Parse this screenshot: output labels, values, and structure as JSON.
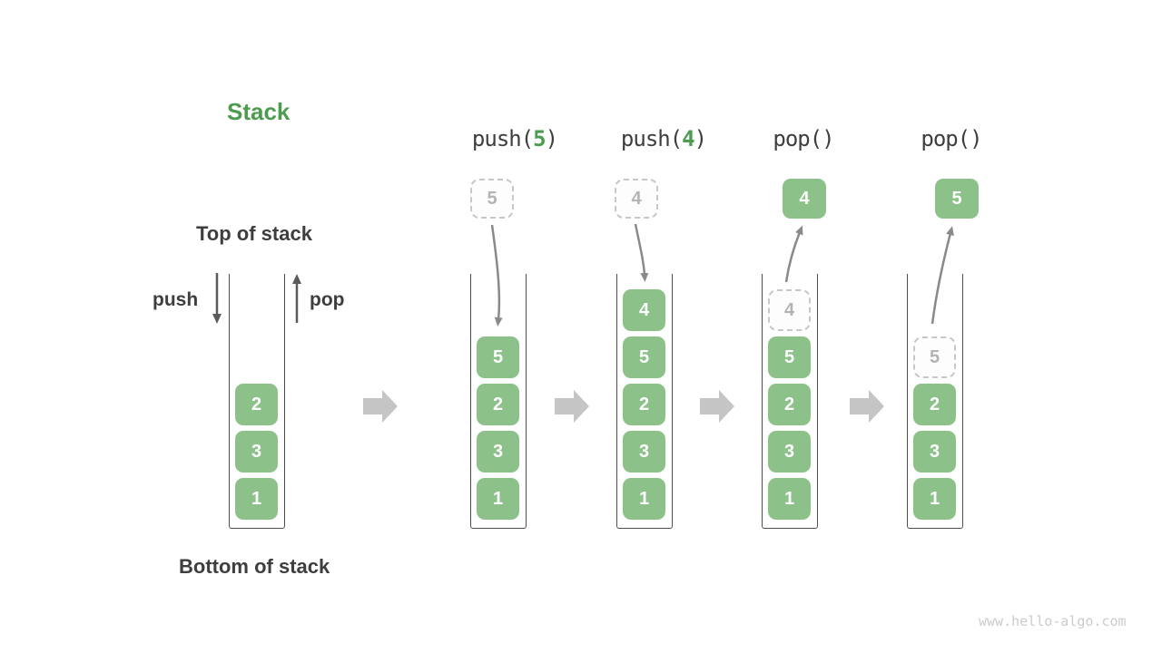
{
  "labels": {
    "title": "Stack",
    "top_of_stack": "Top of stack",
    "bottom_of_stack": "Bottom of stack",
    "push": "push",
    "pop": "pop"
  },
  "operations": [
    {
      "pre": "push(",
      "arg": "5",
      "post": ")"
    },
    {
      "pre": "push(",
      "arg": "4",
      "post": ")"
    },
    {
      "pre": "pop()",
      "arg": "",
      "post": ""
    },
    {
      "pre": "pop()",
      "arg": "",
      "post": ""
    }
  ],
  "columns": [
    {
      "name": "state-initial",
      "items": [
        {
          "value": "2",
          "slot": 2,
          "ghost": false
        },
        {
          "value": "3",
          "slot": 1,
          "ghost": false
        },
        {
          "value": "1",
          "slot": 0,
          "ghost": false
        }
      ],
      "floating": null
    },
    {
      "name": "state-push-5",
      "items": [
        {
          "value": "5",
          "slot": 3,
          "ghost": false
        },
        {
          "value": "2",
          "slot": 2,
          "ghost": false
        },
        {
          "value": "3",
          "slot": 1,
          "ghost": false
        },
        {
          "value": "1",
          "slot": 0,
          "ghost": false
        }
      ],
      "floating": {
        "value": "5",
        "style": "ghost"
      }
    },
    {
      "name": "state-push-4",
      "items": [
        {
          "value": "4",
          "slot": 4,
          "ghost": false
        },
        {
          "value": "5",
          "slot": 3,
          "ghost": false
        },
        {
          "value": "2",
          "slot": 2,
          "ghost": false
        },
        {
          "value": "3",
          "slot": 1,
          "ghost": false
        },
        {
          "value": "1",
          "slot": 0,
          "ghost": false
        }
      ],
      "floating": {
        "value": "4",
        "style": "ghost"
      }
    },
    {
      "name": "state-pop-4",
      "items": [
        {
          "value": "4",
          "slot": 4,
          "ghost": true
        },
        {
          "value": "5",
          "slot": 3,
          "ghost": false
        },
        {
          "value": "2",
          "slot": 2,
          "ghost": false
        },
        {
          "value": "3",
          "slot": 1,
          "ghost": false
        },
        {
          "value": "1",
          "slot": 0,
          "ghost": false
        }
      ],
      "floating": {
        "value": "4",
        "style": "solid"
      }
    },
    {
      "name": "state-pop-5",
      "items": [
        {
          "value": "5",
          "slot": 3,
          "ghost": true
        },
        {
          "value": "2",
          "slot": 2,
          "ghost": false
        },
        {
          "value": "3",
          "slot": 1,
          "ghost": false
        },
        {
          "value": "1",
          "slot": 0,
          "ghost": false
        }
      ],
      "floating": {
        "value": "5",
        "style": "solid"
      }
    }
  ],
  "watermark": "www.hello-algo.com",
  "colors": {
    "green_solid": "#8CC28A",
    "green_accent": "#4C9C50",
    "text_dark": "#3E3E3E",
    "wall": "#4E4E4E",
    "thin_arrow": "#8A8A8A",
    "push_pop_arrow": "#5B5B5B",
    "big_arrow": "#C5C5C5",
    "ghost_border": "#C7C7C7",
    "ghost_bg": "#FDFDFD",
    "ghost_text": "#B3B3B3",
    "watermark": "#CBCBCB"
  }
}
